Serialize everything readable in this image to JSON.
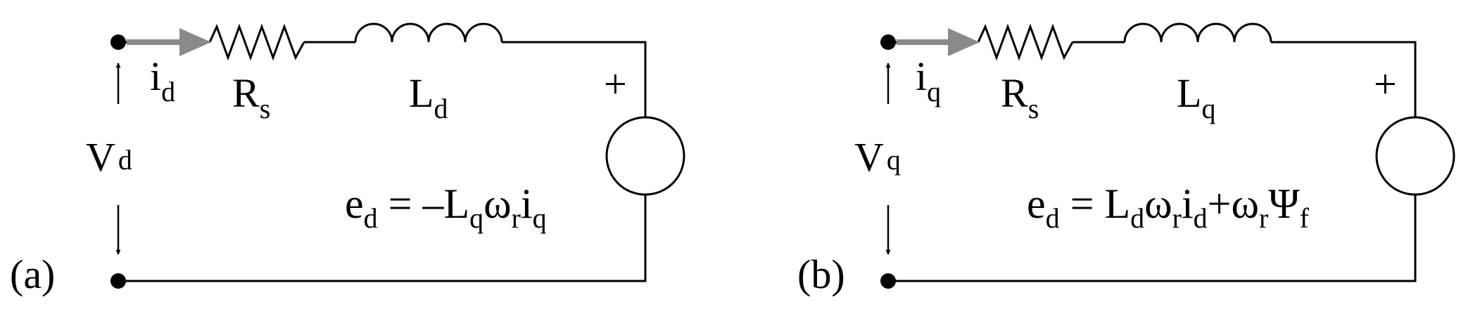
{
  "circuits": [
    {
      "panel_label": "(a)",
      "current": {
        "base": "i",
        "sub": "d"
      },
      "resistor": {
        "base": "R",
        "sub": "s"
      },
      "inductor": {
        "base": "L",
        "sub": "d"
      },
      "voltage": {
        "base": "V",
        "sub": "d"
      },
      "source_polarity": "+",
      "emf_equation": [
        {
          "t": "e",
          "s": "d"
        },
        {
          "t": " = –L",
          "s": "q"
        },
        {
          "t": "ω",
          "s": "r"
        },
        {
          "t": "i",
          "s": "q"
        }
      ]
    },
    {
      "panel_label": "(b)",
      "current": {
        "base": "i",
        "sub": "q"
      },
      "resistor": {
        "base": "R",
        "sub": "s"
      },
      "inductor": {
        "base": "L",
        "sub": "q"
      },
      "voltage": {
        "base": "V",
        "sub": "q"
      },
      "source_polarity": "+",
      "emf_equation": [
        {
          "t": "e",
          "s": "d"
        },
        {
          "t": " = L",
          "s": "d"
        },
        {
          "t": "ω",
          "s": "r"
        },
        {
          "t": "i",
          "s": "d"
        },
        {
          "t": "+ω",
          "s": "r"
        },
        {
          "t": "Ψ",
          "s": "f"
        }
      ]
    }
  ],
  "colors": {
    "wire": "#000000",
    "current_arrow": "#8a8a8a"
  }
}
